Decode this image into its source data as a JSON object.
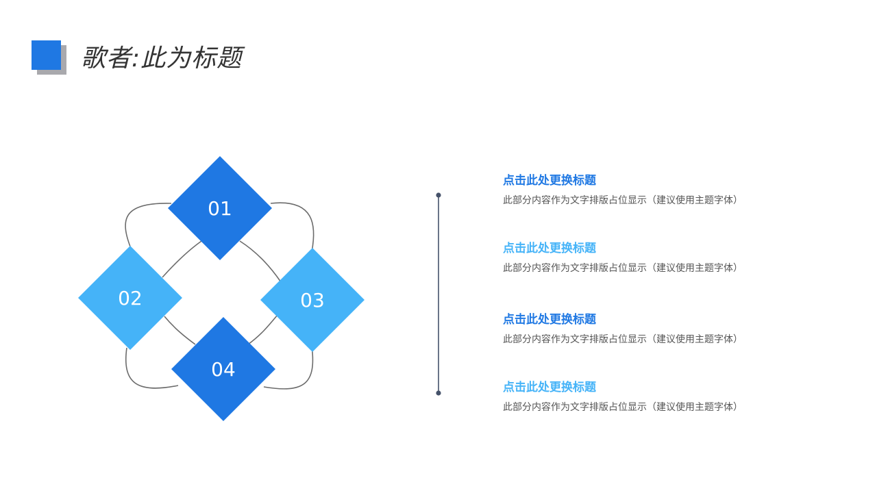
{
  "header": {
    "title": "歌者:此为标题",
    "accent_color": "#1f78e3",
    "accent_shadow_color": "#a9a9ad"
  },
  "diagram": {
    "diamonds": [
      {
        "label": "01",
        "color": "#1f78e3"
      },
      {
        "label": "02",
        "color": "#45b3f8"
      },
      {
        "label": "03",
        "color": "#45b3f8"
      },
      {
        "label": "04",
        "color": "#1f78e3"
      }
    ],
    "outline_color": "#6b6b6b"
  },
  "timeline": {
    "line_color": "#45526a"
  },
  "items": [
    {
      "title": "点击此处更换标题",
      "desc": "此部分内容作为文字排版占位显示（建议使用主题字体）",
      "title_color": "#1f78e3"
    },
    {
      "title": "点击此处更换标题",
      "desc": "此部分内容作为文字排版占位显示（建议使用主题字体）",
      "title_color": "#45b3f8"
    },
    {
      "title": "点击此处更换标题",
      "desc": "此部分内容作为文字排版占位显示（建议使用主题字体）",
      "title_color": "#1f78e3"
    },
    {
      "title": "点击此处更换标题",
      "desc": "此部分内容作为文字排版占位显示（建议使用主题字体）",
      "title_color": "#45b3f8"
    }
  ]
}
